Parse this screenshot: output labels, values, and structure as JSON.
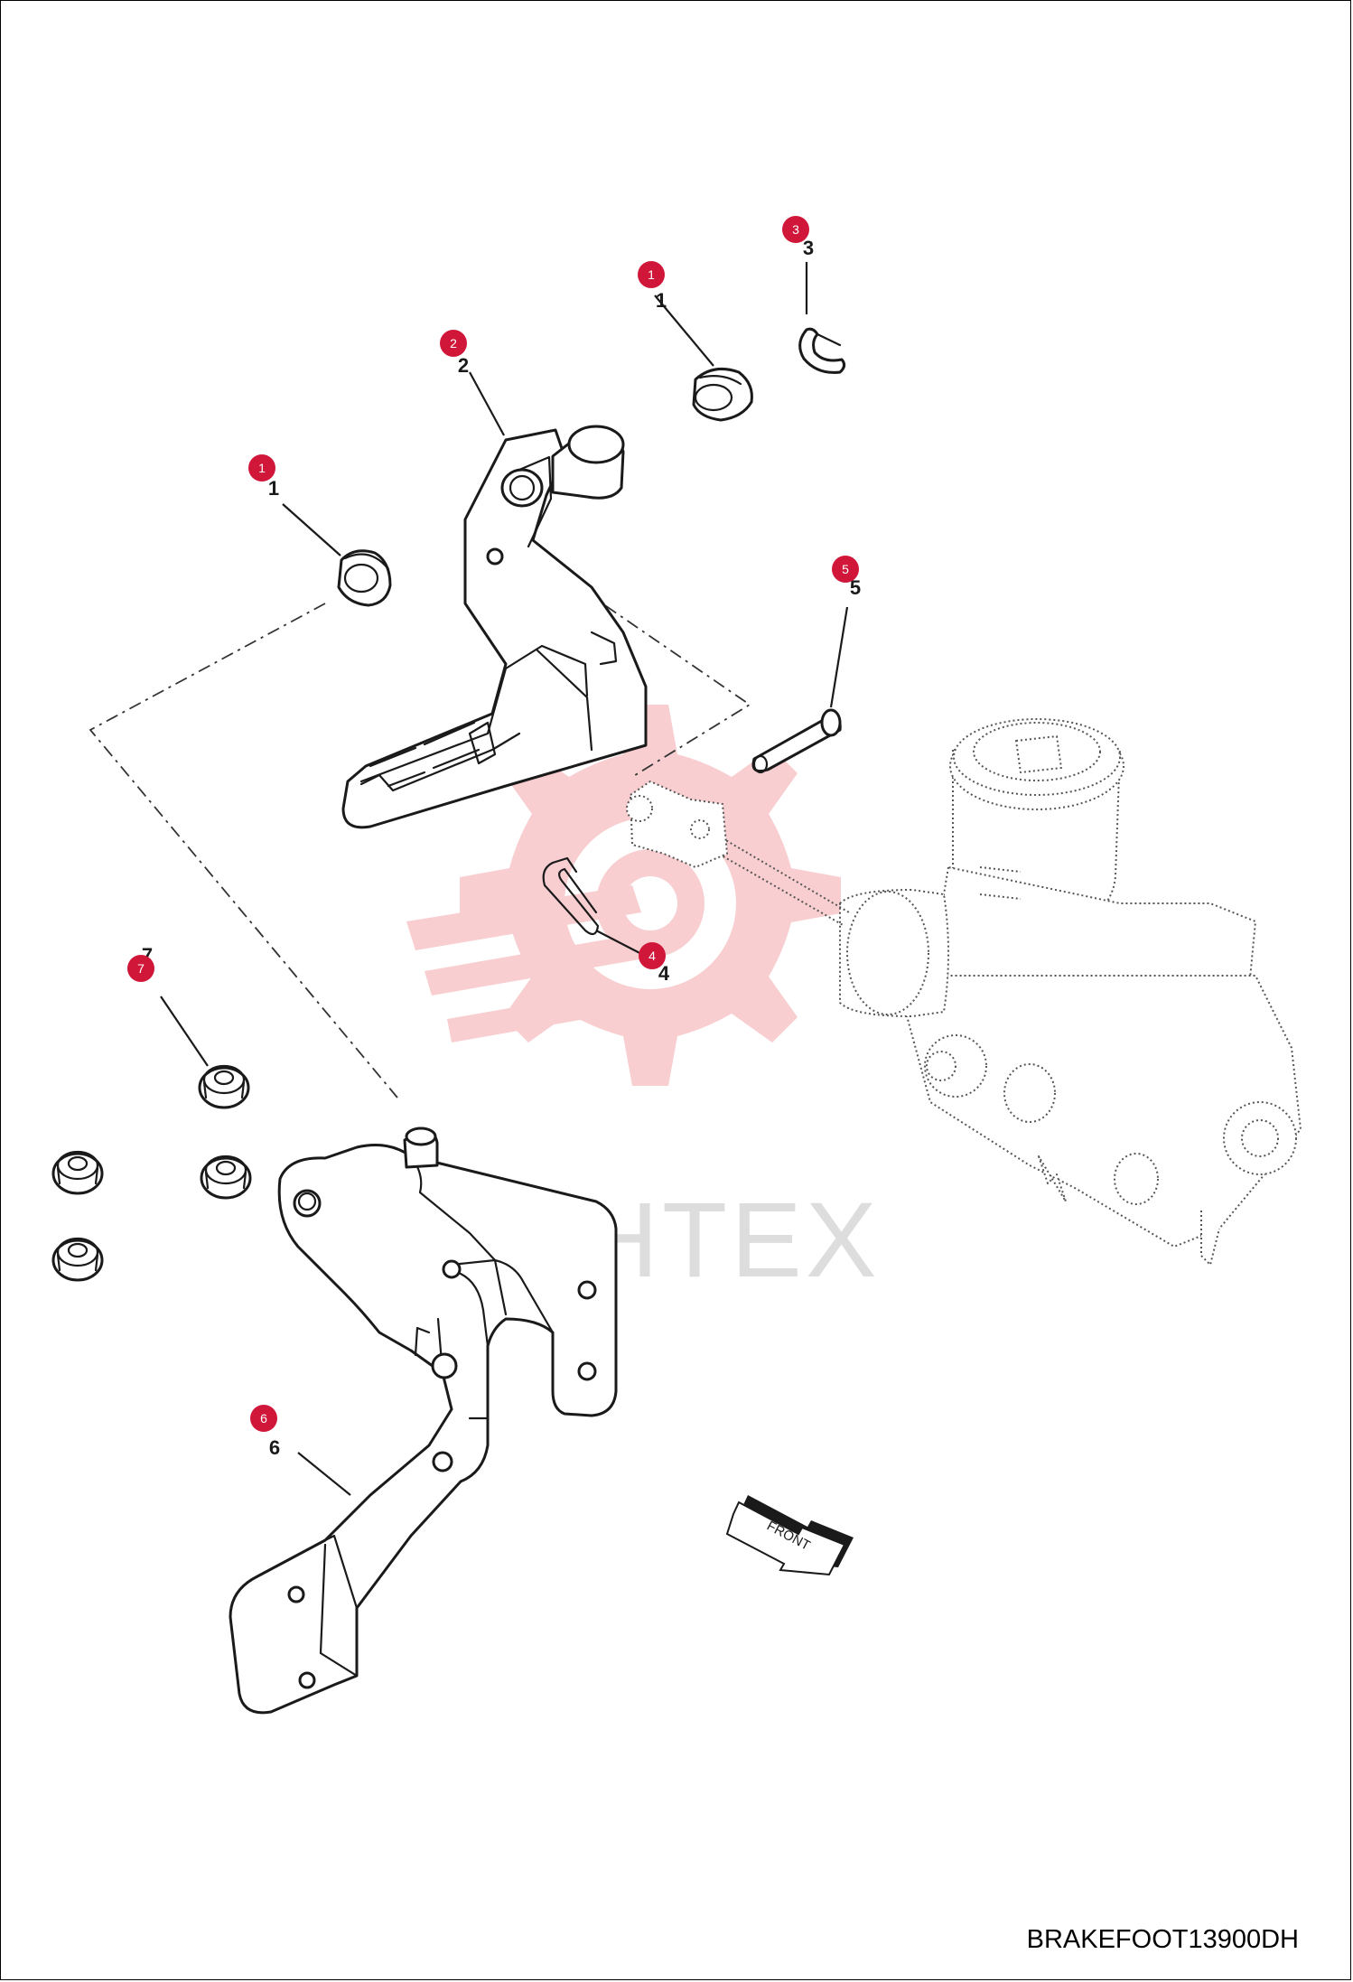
{
  "drawing_code": "BRAKEFOOT13900DH",
  "front_label": "FRONT",
  "watermark": {
    "text": "ИНТЕХ",
    "icon": "gear-logo-icon"
  },
  "colors": {
    "callout": "#d0173a",
    "watermark": "#f7c6c9",
    "line": "#1a1a1a"
  },
  "callouts": [
    {
      "id": "callout-1-top",
      "label": "1"
    },
    {
      "id": "callout-3",
      "label": "3"
    },
    {
      "id": "callout-2",
      "label": "2"
    },
    {
      "id": "callout-1-left",
      "label": "1"
    },
    {
      "id": "callout-5",
      "label": "5"
    },
    {
      "id": "callout-4",
      "label": "4"
    },
    {
      "id": "callout-7",
      "label": "7"
    },
    {
      "id": "callout-6",
      "label": "6"
    }
  ]
}
